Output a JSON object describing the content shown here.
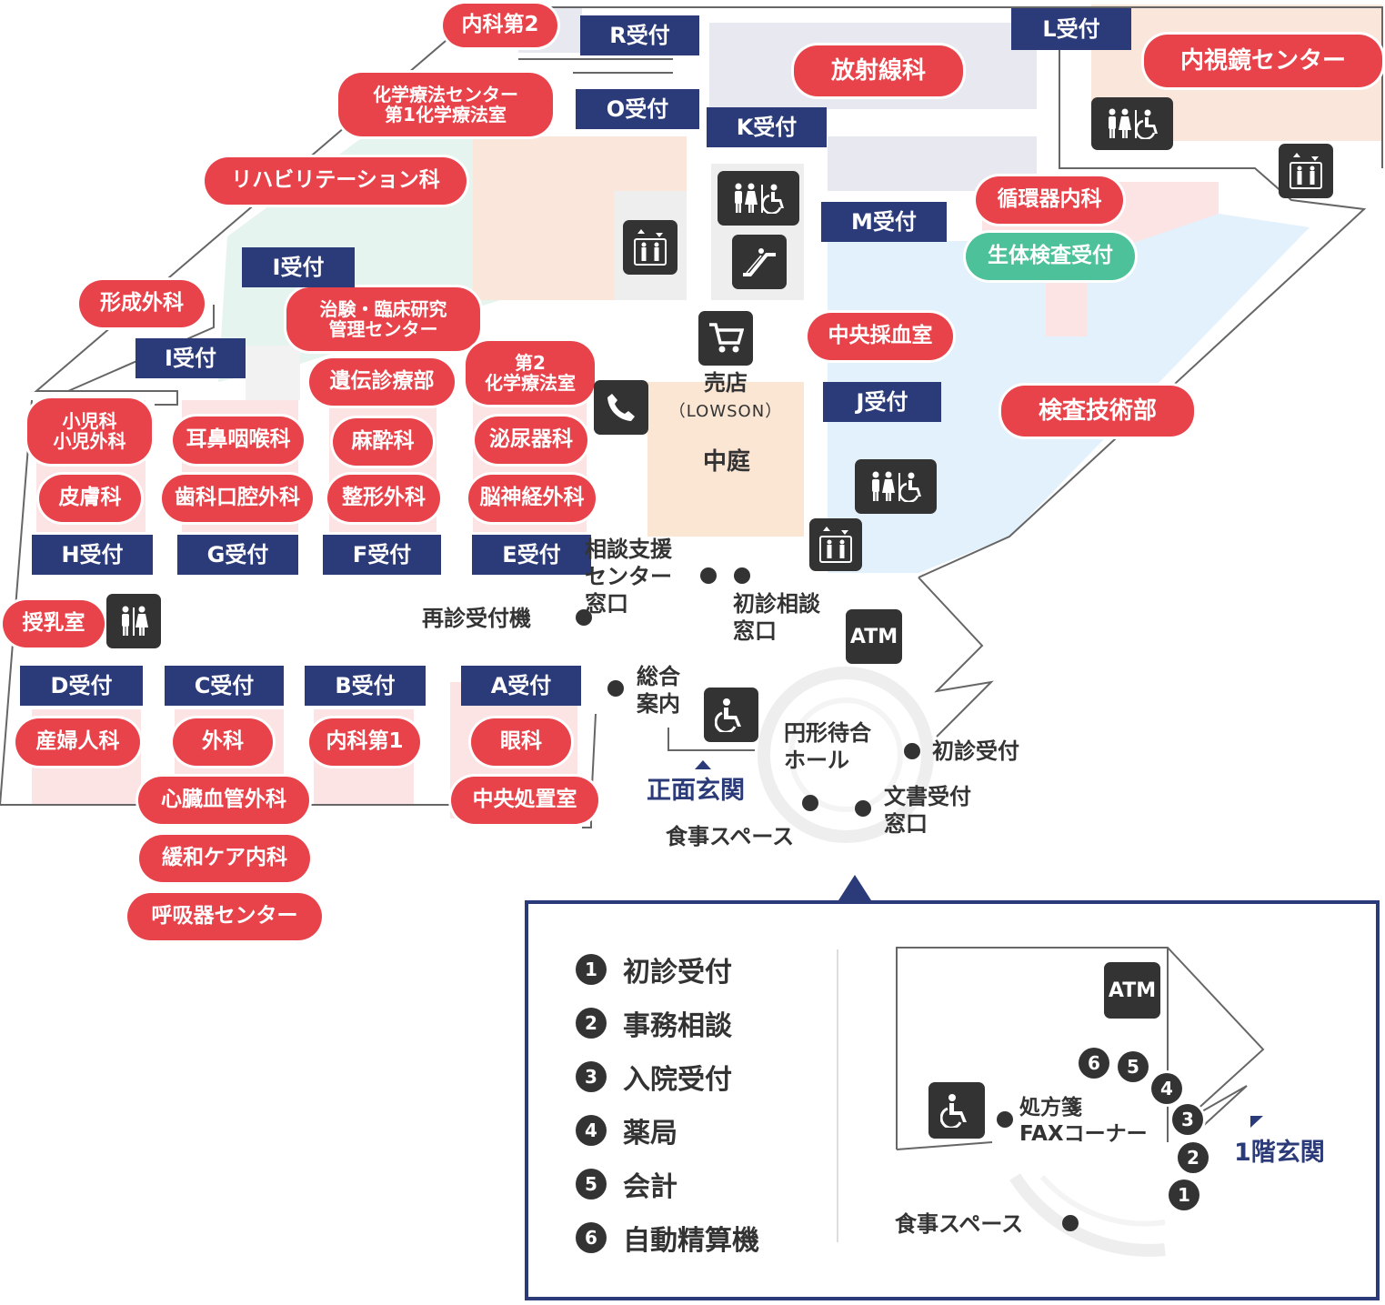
{
  "departments": {
    "naika2": "内科第2",
    "kagaku_center": "化学療法センター\n第1化学療法室",
    "rehab": "リハビリテーション科",
    "keisei": "形成外科",
    "chiken": "治験・臨床研究\n管理センター",
    "idenshi": "遺伝診療部",
    "kagaku2": "第2\n化学療法室",
    "shonika": "小児科\n小児外科",
    "jibi": "耳鼻咽喉科",
    "masui": "麻酔科",
    "hinyoki": "泌尿器科",
    "hifu": "皮膚科",
    "shika": "歯科口腔外科",
    "seikei": "整形外科",
    "noshinkei": "脳神経外科",
    "junyu": "授乳室",
    "sanfujin": "産婦人科",
    "geka": "外科",
    "naika1": "内科第1",
    "ganka": "眼科",
    "chuo_shochi": "中央処置室",
    "shinzo": "心臓血管外科",
    "kanwa": "緩和ケア内科",
    "kokyuki": "呼吸器センター",
    "hoshasen": "放射線科",
    "naishikyo": "内視鏡センター",
    "junkanki": "循環器内科",
    "seitai": "生体検査受付",
    "chuo_saiketsu": "中央採血室",
    "kensa": "検査技術部"
  },
  "reception": {
    "r": "R受付",
    "o": "O受付",
    "k": "K受付",
    "l": "L受付",
    "m": "M受付",
    "i_upper": "I受付",
    "i_lower": "I受付",
    "j": "J受付",
    "h": "H受付",
    "g": "G受付",
    "f": "F受付",
    "e": "E受付",
    "d": "D受付",
    "c": "C受付",
    "b": "B受付",
    "a": "A受付"
  },
  "labels": {
    "store": "売店",
    "store_sub": "（LOWSON）",
    "courtyard": "中庭",
    "soudan_shien": "相談支援\nセンター\n窓口",
    "saishin_kiosk": "再診受付機",
    "shoshin_soudan": "初診相談\n窓口",
    "sogo_annai": "総合\n案内",
    "hall": "円形待合\nホール",
    "shoshin_uketsuke": "初診受付",
    "front_entrance": "正面玄関",
    "bunsho": "文書受付\n窓口",
    "shokuji": "食事スペース",
    "atm": "ATM"
  },
  "inset": {
    "legend": [
      {
        "num": "1",
        "label": "初診受付"
      },
      {
        "num": "2",
        "label": "事務相談"
      },
      {
        "num": "3",
        "label": "入院受付"
      },
      {
        "num": "4",
        "label": "薬局"
      },
      {
        "num": "5",
        "label": "会計"
      },
      {
        "num": "6",
        "label": "自動精算機"
      }
    ],
    "atm": "ATM",
    "fax": "処方箋\nFAXコーナー",
    "entrance": "1階玄関",
    "shokuji": "食事スペース",
    "markers": [
      "6",
      "5",
      "4",
      "3",
      "2",
      "1"
    ]
  },
  "colors": {
    "department": "#e8434a",
    "department_alt": "#4cc19a",
    "reception": "#2b3a78",
    "icon": "#333333",
    "text": "#333333"
  },
  "icons": [
    "restroom-icon",
    "wheelchair-icon",
    "elevator-icon",
    "escalator-icon",
    "cart-icon",
    "phone-icon",
    "atm-icon"
  ]
}
